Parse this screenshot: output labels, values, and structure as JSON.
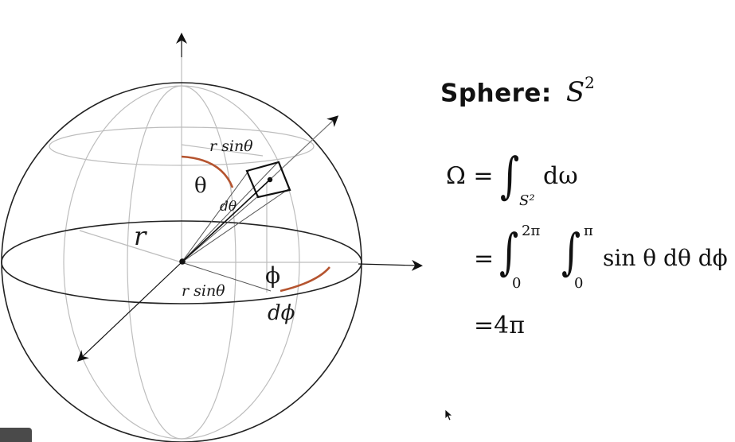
{
  "diagram": {
    "labels": {
      "radius": "r",
      "theta": "θ",
      "phi": "ϕ",
      "d_theta": "dθ",
      "d_phi": "dϕ",
      "r_sin_theta_top": "r sinθ",
      "r_sin_theta_bottom": "r sinθ"
    },
    "colors": {
      "outline": "#222222",
      "grid": "#bdbdbd",
      "angle_arc": "#b5542f",
      "arrow": "#111111"
    }
  },
  "formula": {
    "title_word": "Sphere:",
    "title_symbol": "S",
    "title_exp": "2",
    "line1_lhs": "Ω =",
    "line1_sub": "S²",
    "line1_integrand": "dω",
    "line2_eq": "=",
    "int1_upper": "2π",
    "int1_lower": "0",
    "int2_upper": "π",
    "int2_lower": "0",
    "line2_integrand": "sin θ dθ dϕ",
    "line3": "=4π"
  }
}
